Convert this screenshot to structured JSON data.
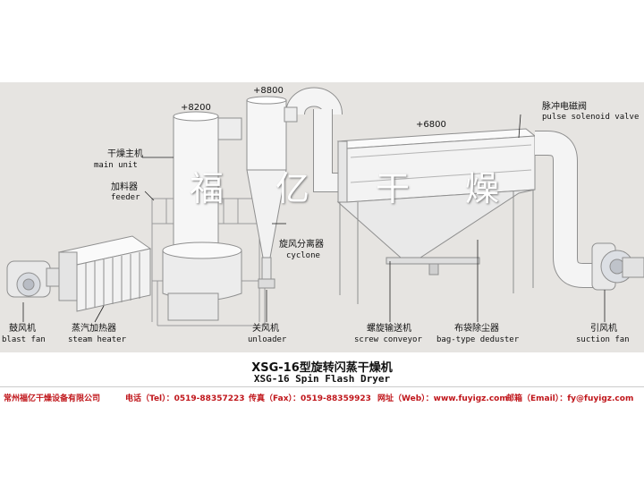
{
  "labels": {
    "elev_8200": "+8200",
    "elev_8800": "+8800",
    "elev_6800": "+6800",
    "main_unit_cn": "干燥主机",
    "main_unit_en": "main unit",
    "feeder_cn": "加料器",
    "feeder_en": "feeder",
    "cyclone_cn": "旋风分离器",
    "cyclone_en": "cyclone",
    "valve_cn": "脉冲电磁阀",
    "valve_en": "pulse solenoid valve",
    "blast_fan_cn": "鼓风机",
    "blast_fan_en": "blast fan",
    "steam_heater_cn": "蒸汽加热器",
    "steam_heater_en": "steam heater",
    "unloader_cn": "关风机",
    "unloader_en": "unloader",
    "screw_cn": "螺旋输送机",
    "screw_en": "screw conveyor",
    "deduster_cn": "布袋除尘器",
    "deduster_en": "bag-type deduster",
    "suction_fan_cn": "引风机",
    "suction_fan_en": "suction fan"
  },
  "watermark": [
    "福",
    "亿",
    "干",
    "燥"
  ],
  "title": {
    "cn": "XSG-16型旋转闪蒸干燥机",
    "en": "XSG-16 Spin Flash Dryer"
  },
  "contact": {
    "company": "常州福亿干燥设备有限公司",
    "phone": "电话（Tel）：0519-88357223",
    "fax": "传真（Fax）：0519-88359923",
    "web": "网址（Web）：www.fuyigz.com",
    "email": "邮箱（Email）：fy@fuyigz.com"
  },
  "colors": {
    "background": "#e6e4e1",
    "equipment": "#f4f4f4",
    "outline": "#8f8f8f",
    "contact_text": "#c0161b"
  }
}
